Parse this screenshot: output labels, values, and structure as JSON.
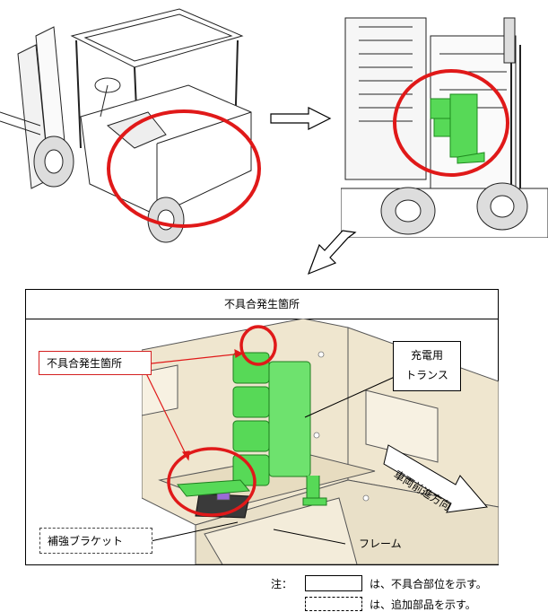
{
  "panel": {
    "title": "不具合発生箇所"
  },
  "callouts": {
    "defect_location": "不具合発生箇所",
    "charging_transformer_line1": "充電用",
    "charging_transformer_line2": "トランス",
    "reinforcement_bracket": "補強ブラケット",
    "frame": "フレーム",
    "travel_direction": "車両前進方向"
  },
  "legend": {
    "prefix": "注：",
    "solid_desc": "は、不具合部位を示す。",
    "dashed_desc": "は、追加部品を示す。"
  },
  "colors": {
    "highlight_ring": "#e01919",
    "transformer_green": "#57d957",
    "bracket_purple": "#9b6bd6",
    "frame_tan": "#efe6cf"
  }
}
